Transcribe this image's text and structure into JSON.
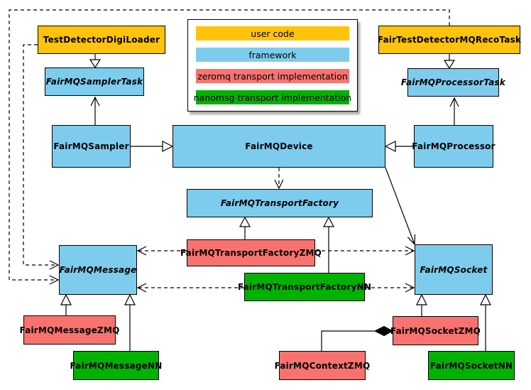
{
  "colors": {
    "user_code": "#FFC30B",
    "framework": "#7ECCED",
    "zeromq": "#F8736F",
    "nanomsg": "#02B102",
    "edge": "#000000",
    "background": "#FFFFFF"
  },
  "legend": {
    "items": [
      {
        "id": "user-code",
        "label": "user code"
      },
      {
        "id": "framework",
        "label": "framework"
      },
      {
        "id": "zeromq",
        "label": "zeromq transport implementation"
      },
      {
        "id": "nanomsg",
        "label": "nanomsg transport implementation"
      }
    ]
  },
  "nodes": {
    "testDetectorDigiLoader": {
      "label": "TestDetectorDigiLoader",
      "layer": "user code",
      "abstract": false
    },
    "fairTestDetectorMQRecoTask": {
      "label": "FairTestDetectorMQRecoTask",
      "layer": "user code",
      "abstract": false
    },
    "fairMQSamplerTask": {
      "label": "FairMQSamplerTask",
      "layer": "framework",
      "abstract": true
    },
    "fairMQProcessorTask": {
      "label": "FairMQProcessorTask",
      "layer": "framework",
      "abstract": true
    },
    "fairMQSampler": {
      "label": "FairMQSampler",
      "layer": "framework",
      "abstract": false
    },
    "fairMQDevice": {
      "label": "FairMQDevice",
      "layer": "framework",
      "abstract": false
    },
    "fairMQProcessor": {
      "label": "FairMQProcessor",
      "layer": "framework",
      "abstract": false
    },
    "fairMQTransportFactory": {
      "label": "FairMQTransportFactory",
      "layer": "framework",
      "abstract": true
    },
    "fairMQTransportFactoryZMQ": {
      "label": "FairMQTransportFactoryZMQ",
      "layer": "zeromq transport implementation",
      "abstract": false
    },
    "fairMQTransportFactoryNN": {
      "label": "FairMQTransportFactoryNN",
      "layer": "nanomsg transport implementation",
      "abstract": false
    },
    "fairMQMessage": {
      "label": "FairMQMessage",
      "layer": "framework",
      "abstract": true
    },
    "fairMQSocket": {
      "label": "FairMQSocket",
      "layer": "framework",
      "abstract": true
    },
    "fairMQMessageZMQ": {
      "label": "FairMQMessageZMQ",
      "layer": "zeromq transport implementation",
      "abstract": false
    },
    "fairMQMessageNN": {
      "label": "FairMQMessageNN",
      "layer": "nanomsg transport implementation",
      "abstract": false
    },
    "fairMQSocketZMQ": {
      "label": "FairMQSocketZMQ",
      "layer": "zeromq transport implementation",
      "abstract": false
    },
    "fairMQSocketNN": {
      "label": "FairMQSocketNN",
      "layer": "nanomsg transport implementation",
      "abstract": false
    },
    "fairMQContextZMQ": {
      "label": "FairMQContextZMQ",
      "layer": "zeromq transport implementation",
      "abstract": false
    }
  },
  "relationships": [
    {
      "from": "TestDetectorDigiLoader",
      "to": "FairMQSamplerTask",
      "type": "inheritance"
    },
    {
      "from": "FairTestDetectorMQRecoTask",
      "to": "FairMQProcessorTask",
      "type": "inheritance"
    },
    {
      "from": "FairMQSampler",
      "to": "FairMQSamplerTask",
      "type": "association"
    },
    {
      "from": "FairMQProcessor",
      "to": "FairMQProcessorTask",
      "type": "association"
    },
    {
      "from": "FairMQSampler",
      "to": "FairMQDevice",
      "type": "inheritance"
    },
    {
      "from": "FairMQProcessor",
      "to": "FairMQDevice",
      "type": "inheritance"
    },
    {
      "from": "FairMQDevice",
      "to": "FairMQTransportFactory",
      "type": "dependency"
    },
    {
      "from": "FairMQDevice",
      "to": "FairMQSocket",
      "type": "association"
    },
    {
      "from": "FairMQTransportFactoryZMQ",
      "to": "FairMQTransportFactory",
      "type": "inheritance"
    },
    {
      "from": "FairMQTransportFactoryNN",
      "to": "FairMQTransportFactory",
      "type": "inheritance"
    },
    {
      "from": "FairMQTransportFactoryZMQ",
      "to": "FairMQMessage",
      "type": "dependency"
    },
    {
      "from": "FairMQTransportFactoryZMQ",
      "to": "FairMQSocket",
      "type": "dependency"
    },
    {
      "from": "FairMQTransportFactoryNN",
      "to": "FairMQMessage",
      "type": "dependency"
    },
    {
      "from": "FairMQTransportFactoryNN",
      "to": "FairMQSocket",
      "type": "dependency"
    },
    {
      "from": "TestDetectorDigiLoader",
      "to": "FairMQMessage",
      "type": "dependency"
    },
    {
      "from": "FairTestDetectorMQRecoTask",
      "to": "FairMQMessage",
      "type": "dependency"
    },
    {
      "from": "FairMQMessageZMQ",
      "to": "FairMQMessage",
      "type": "inheritance"
    },
    {
      "from": "FairMQMessageNN",
      "to": "FairMQMessage",
      "type": "inheritance"
    },
    {
      "from": "FairMQSocketZMQ",
      "to": "FairMQSocket",
      "type": "inheritance"
    },
    {
      "from": "FairMQSocketNN",
      "to": "FairMQSocket",
      "type": "inheritance"
    },
    {
      "from": "FairMQContextZMQ",
      "to": "FairMQSocketZMQ",
      "type": "composition"
    }
  ]
}
